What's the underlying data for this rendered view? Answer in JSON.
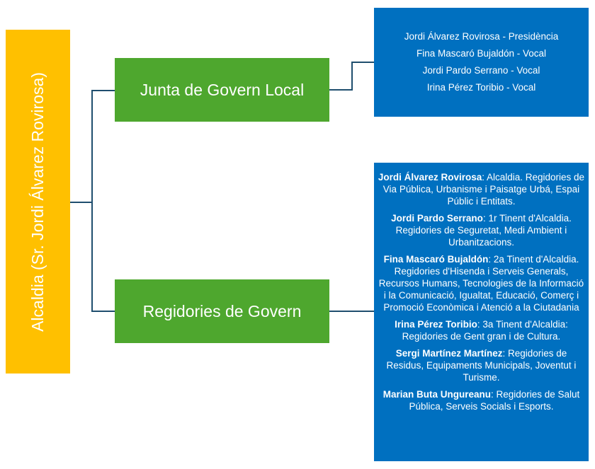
{
  "alcaldia": "Alcaldia (Sr. Jordi Álvarez Rovirosa)",
  "junta": {
    "title": "Junta de Govern Local",
    "members": [
      "Jordi Álvarez Rovirosa - Presidència",
      "Fina Mascaró Bujaldón - Vocal",
      "Jordi Pardo Serrano - Vocal",
      "Irina Pérez Toribio - Vocal"
    ]
  },
  "regidories": {
    "title": "Regidories de Govern",
    "items": [
      {
        "name": "Jordi Álvarez Rovirosa",
        "desc": ": Alcaldia. Regidories de Via Pública, Urbanisme i Paisatge Urbá, Espai Públic i Entitats."
      },
      {
        "name": "Jordi Pardo Serrano",
        "desc": ": 1r Tinent d'Alcaldia. Regidories de Seguretat, Medi Ambient i Urbanitzacions."
      },
      {
        "name": "Fina Mascaró Bujaldón",
        "desc": ": 2a Tinent d'Alcaldia. Regidories d'Hisenda i Serveis Generals, Recursos Humans, Tecnologies de la Informació i la Comunicació, Igualtat, Educació, Comerç i Promoció Econòmica i Atenció a la Ciutadania"
      },
      {
        "name": "Irina Pérez Toribio",
        "desc": ": 3a Tinent d'Alcaldia: Regidories de Gent gran i de Cultura."
      },
      {
        "name": "Sergi Martínez Martínez",
        "desc": ": Regidories de Residus, Equipaments Municipals, Joventut i Turisme."
      },
      {
        "name": "Marian Buta Ungureanu",
        "desc": ": Regidories de Salut Pública, Serveis Socials i Esports."
      }
    ]
  },
  "colors": {
    "yellow": "#FFC000",
    "green": "#4EA72E",
    "blue": "#0070C0",
    "line": "#1F4E6E"
  }
}
